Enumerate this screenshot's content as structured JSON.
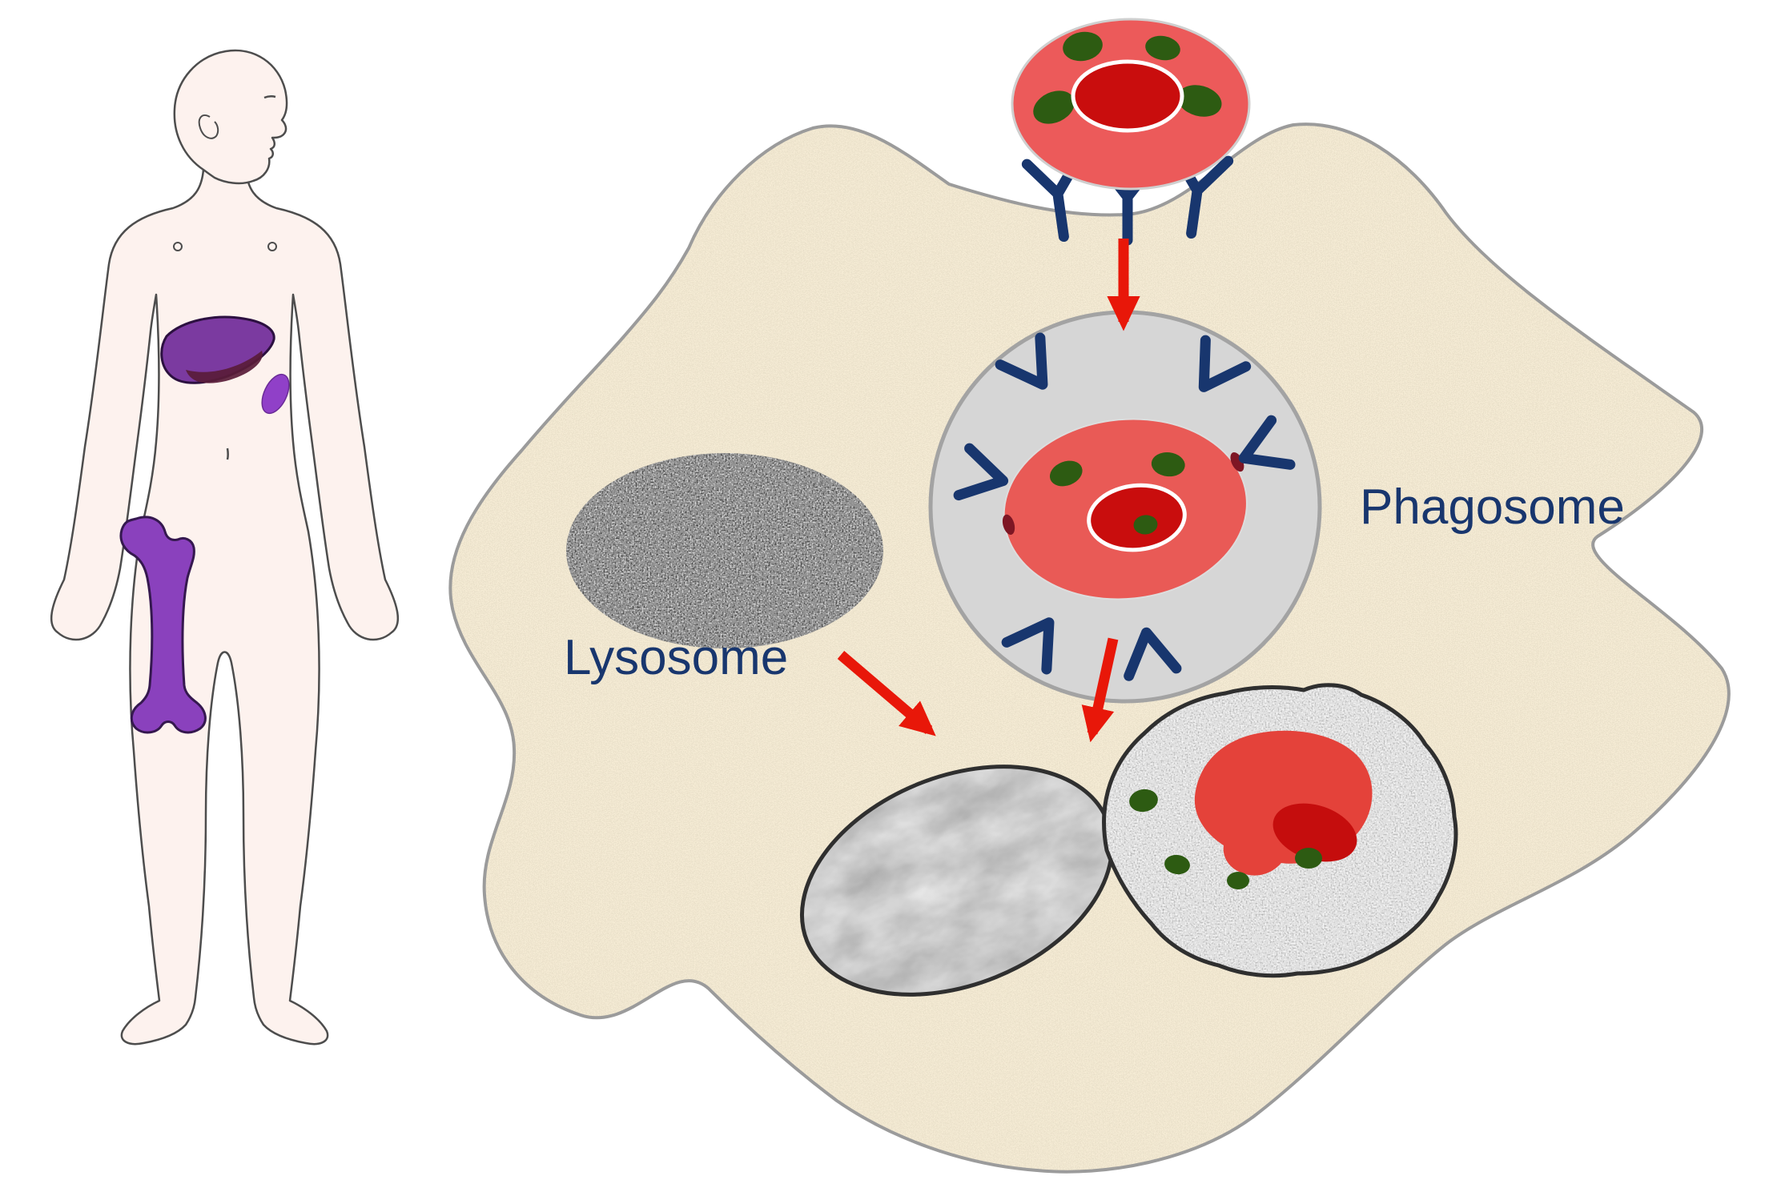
{
  "labels": {
    "phagosome": "Phagosome",
    "lysosome": "Lysosome"
  },
  "colors": {
    "macrophage_fill": "#FAF0D8",
    "macrophage_outline": "#9B9B9B",
    "phagosome_vesicle_fill": "#D6D6D6",
    "erythrocyte_red": "#EC5A5A",
    "nucleus_red": "#C90D0D",
    "parasite_green": "#2D5B12",
    "receptor_navy": "#18366E",
    "label_navy": "#18366E",
    "arrow_red": "#E81709",
    "organ_purple": "#8A41BD",
    "skin_fill": "#FDF2EE",
    "body_outline_gray": "#4D4D4D"
  },
  "elements": [
    "human-body-silhouette",
    "liver",
    "spleen",
    "femur",
    "macrophage-cell",
    "infected-erythrocyte",
    "receptors",
    "phagosome",
    "lysosome",
    "phagolysosome",
    "red-arrows"
  ]
}
